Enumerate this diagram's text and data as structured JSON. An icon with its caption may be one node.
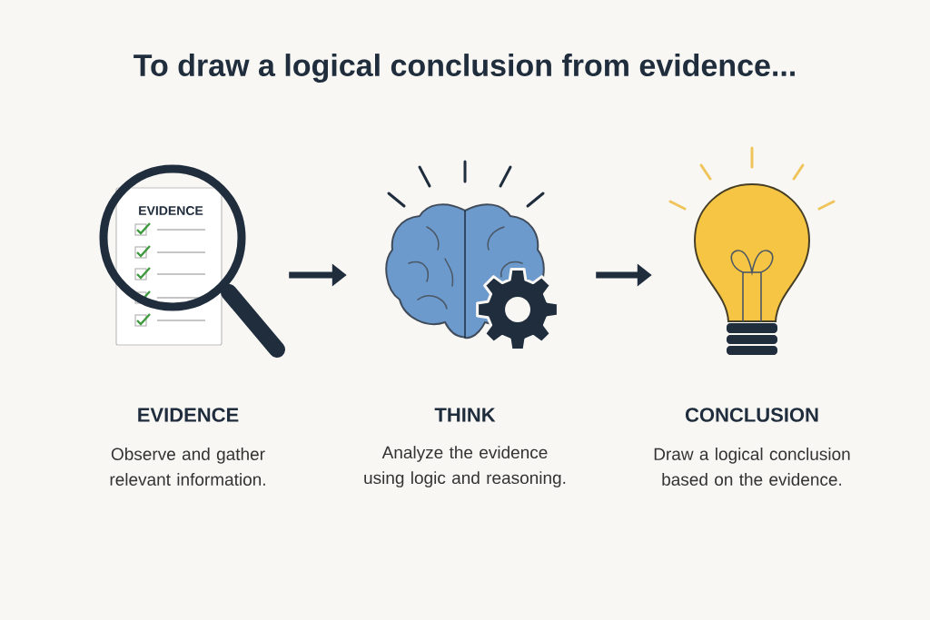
{
  "diagram": {
    "title": "To draw a logical conclusion from evidence...",
    "nodes": [
      {
        "text": [
          "EVIDENCE"
        ],
        "beside": [
          "EVIDENCE",
          "Observe and gather relevant information."
        ]
      },
      {
        "text": [],
        "shape": "picture",
        "beside": [
          "THINK",
          "Analyze the evidence using logic and reasoning."
        ]
      },
      {
        "text": [],
        "shape": "picture",
        "beside": [
          "CONCLUSION",
          "Draw a logical conclusion based on the evidence."
        ]
      }
    ],
    "edges": [
      {
        "from": 0,
        "to": 1,
        "arrow": "to"
      },
      {
        "from": 1,
        "to": 2,
        "arrow": "to"
      }
    ]
  }
}
